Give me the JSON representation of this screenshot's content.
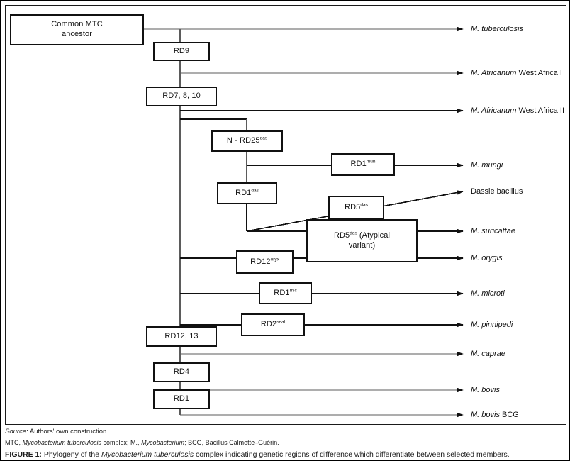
{
  "figure": {
    "root_box": "Common MTC\nancestor",
    "nodes": [
      {
        "id": "rd9",
        "label": "RD9",
        "sup": ""
      },
      {
        "id": "rd7810",
        "label": "RD7, 8, 10",
        "sup": ""
      },
      {
        "id": "nrd25",
        "label": "N - RD25",
        "sup": "das"
      },
      {
        "id": "rd1mun",
        "label": "RD1",
        "sup": "mun"
      },
      {
        "id": "rd1das",
        "label": "RD1",
        "sup": "das"
      },
      {
        "id": "rd5das",
        "label": "RD5",
        "sup": "das"
      },
      {
        "id": "rd5atyp",
        "label": "RD5",
        "sup": "das",
        "suffix": " (Atypical variant)"
      },
      {
        "id": "rd12oryx",
        "label": "RD12",
        "sup": "oryx"
      },
      {
        "id": "rd1mic",
        "label": "RD1",
        "sup": "mic"
      },
      {
        "id": "rd2seal",
        "label": "RD2",
        "sup": "seal"
      },
      {
        "id": "rd1213",
        "label": "RD12, 13",
        "sup": ""
      },
      {
        "id": "rd4",
        "label": "RD4",
        "sup": ""
      },
      {
        "id": "rd1",
        "label": "RD1",
        "sup": ""
      }
    ],
    "taxa": [
      {
        "id": "mtb",
        "genus": "M. tuberculosis",
        "rest": ""
      },
      {
        "id": "afr1",
        "genus": "M. Africanum",
        "rest": " West Africa I"
      },
      {
        "id": "afr2",
        "genus": "M. Africanum",
        "rest": " West Africa II"
      },
      {
        "id": "mungi",
        "genus": "M. mungi",
        "rest": ""
      },
      {
        "id": "dassie",
        "genus": "",
        "rest": "Dassie bacillus"
      },
      {
        "id": "suricattae",
        "genus": "M. suricattae",
        "rest": ""
      },
      {
        "id": "orygis",
        "genus": "M. orygis",
        "rest": ""
      },
      {
        "id": "microti",
        "genus": "M. microti",
        "rest": ""
      },
      {
        "id": "pinnipedi",
        "genus": "M. pinnipedi",
        "rest": ""
      },
      {
        "id": "caprae",
        "genus": "M. caprae",
        "rest": ""
      },
      {
        "id": "bovis",
        "genus": "M. bovis",
        "rest": ""
      },
      {
        "id": "bcg",
        "genus": "M. bovis",
        "rest": " BCG"
      }
    ]
  },
  "caption": {
    "source_label": "Source",
    "source_text": ": Authors' own construction",
    "abbrev_a": "MTC, ",
    "abbrev_a_i": "Mycobacterium tuberculosis",
    "abbrev_b": " complex; M., ",
    "abbrev_b_i": "Mycobacterium",
    "abbrev_c": "; BCG, Bacillus Calmette–Guérin.",
    "fig_label": "FIGURE 1:",
    "fig_text_a": " Phylogeny of the ",
    "fig_text_i": "Mycobacterium tuberculosis",
    "fig_text_b": " complex indicating genetic regions of difference which differentiate between selected members."
  },
  "style": {
    "line_color": "#111111",
    "light_line_color": "#555555",
    "box_border": "#111111",
    "background": "#ffffff"
  }
}
